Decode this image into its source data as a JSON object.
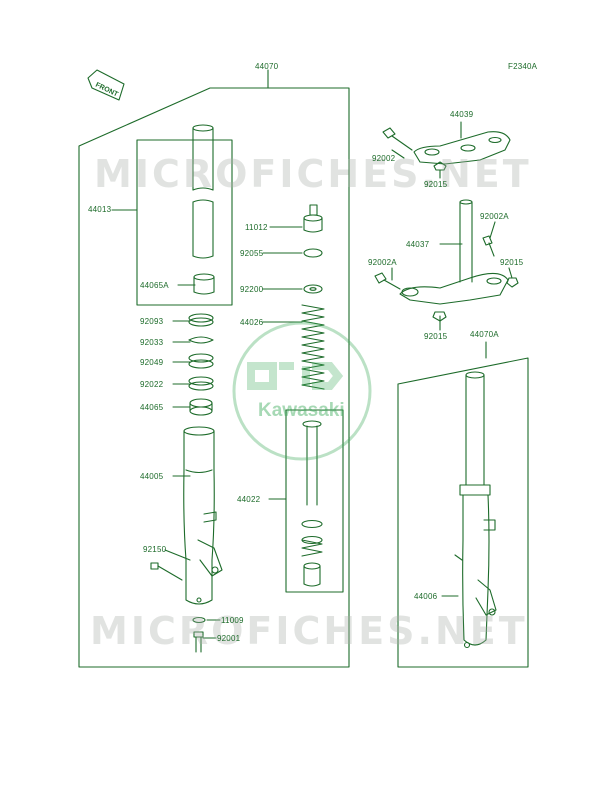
{
  "diagram": {
    "figure_code": "F2340A",
    "front_marker": "FRONT",
    "watermark": "MICROFICHES.NET",
    "logo": "Kawasaki",
    "assemblies": {
      "left_fork": "44070",
      "right_fork": "44070A",
      "inner_tube_group": "44013",
      "damper_group": "44022",
      "upper_bracket": "44039",
      "stem_bracket": "44037"
    },
    "parts": {
      "p44013": "44013",
      "p44065A": "44065A",
      "p11012": "11012",
      "p92055": "92055",
      "p92200": "92200",
      "p44026": "44026",
      "p92093": "92093",
      "p92033": "92033",
      "p92049": "92049",
      "p92022": "92022",
      "p44065": "44065",
      "p44005": "44005",
      "p44022": "44022",
      "p92150": "92150",
      "p11009": "11009",
      "p92001": "92001",
      "p44039": "44039",
      "p92002": "92002",
      "p92015a": "92015",
      "p92002A": "92002A",
      "p44037": "44037",
      "p92002A2": "92002A",
      "p92015b": "92015",
      "p92015c": "92015",
      "p44070A": "44070A",
      "p44006": "44006",
      "p44070": "44070"
    },
    "colors": {
      "line": "#1d6b2a",
      "watermark": "#aaafaa",
      "logo": "#3caa5a"
    }
  }
}
